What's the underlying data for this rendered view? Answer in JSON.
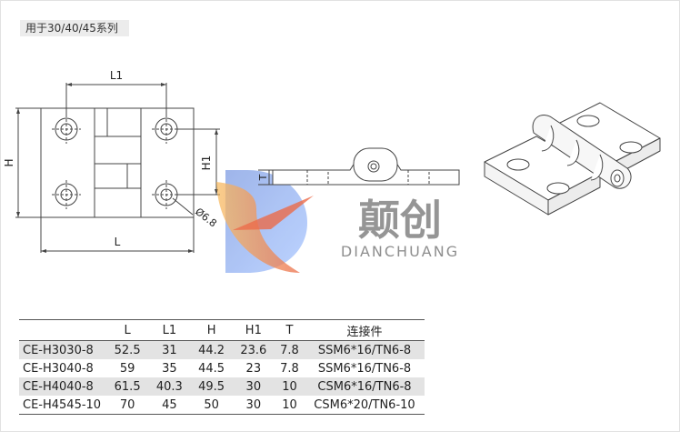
{
  "note": {
    "text": "用于30/40/45系列"
  },
  "drawing": {
    "label_L1": "L1",
    "label_L": "L",
    "label_H": "H",
    "label_H1": "H1",
    "label_T": "T",
    "label_hole": "Ø6.8"
  },
  "watermark": {
    "cn": "颠创",
    "en": "DIANCHUANG"
  },
  "table": {
    "headers": [
      "",
      "L",
      "L1",
      "H",
      "H1",
      "T",
      "连接件"
    ],
    "rows": [
      [
        "CE-H3030-8",
        "52.5",
        "31",
        "44.2",
        "23.6",
        "7.8",
        "SSM6*16/TN6-8"
      ],
      [
        "CE-H3040-8",
        "59",
        "35",
        "44.5",
        "23",
        "7.8",
        "SSM6*16/TN6-8"
      ],
      [
        "CE-H4040-8",
        "61.5",
        "40.3",
        "49.5",
        "30",
        "10",
        "CSM6*16/TN6-8"
      ],
      [
        "CE-H4545-10",
        "70",
        "45",
        "50",
        "30",
        "10",
        "CSM6*20/TN6-10"
      ]
    ]
  }
}
